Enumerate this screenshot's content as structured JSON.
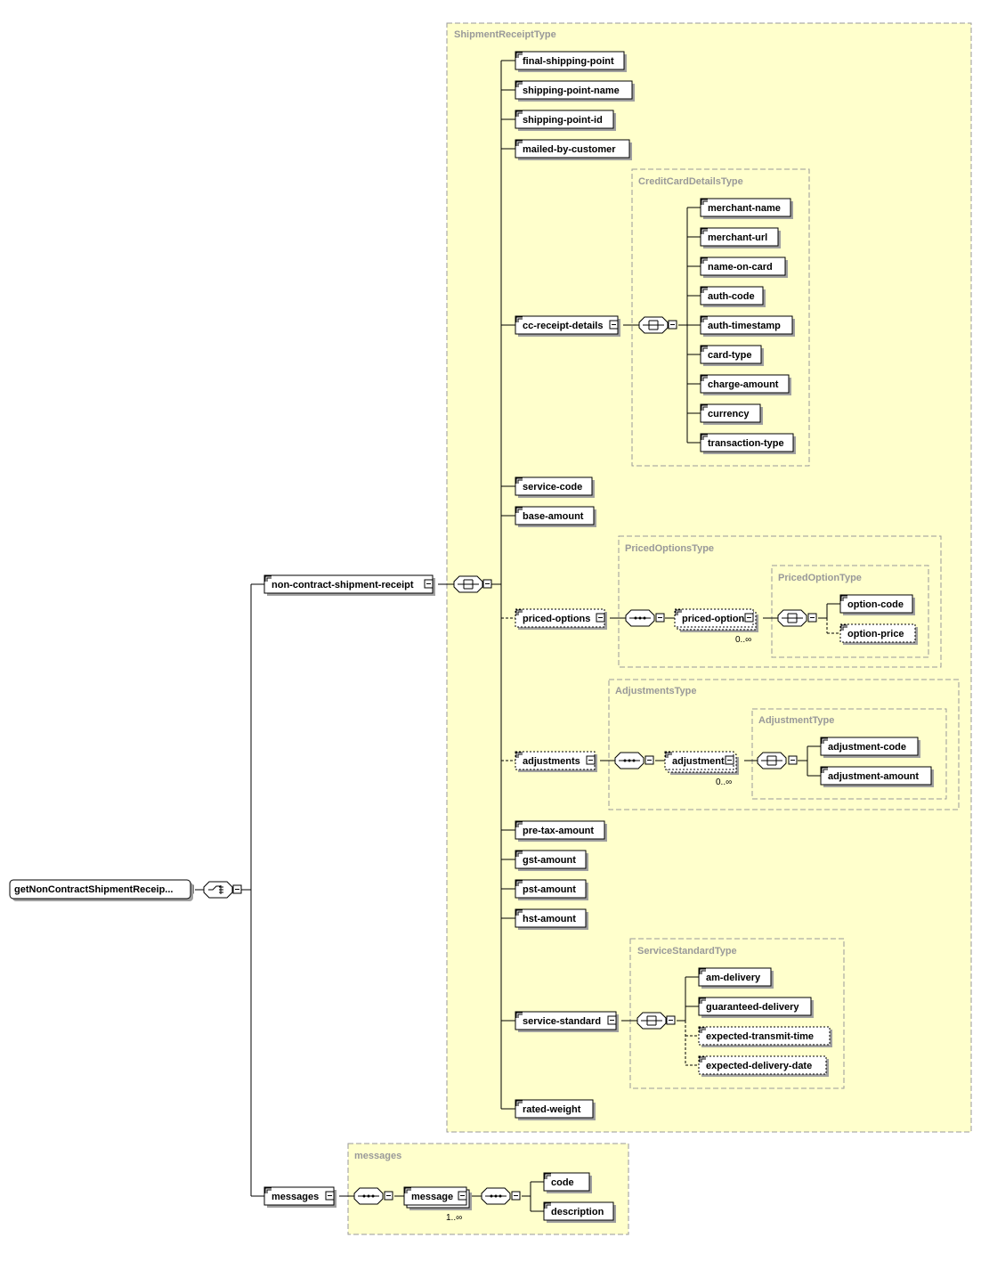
{
  "root": {
    "label": "getNonContractShipmentReceip..."
  },
  "types": {
    "shipment_receipt": "ShipmentReceiptType",
    "credit_card_details": "CreditCardDetailsType",
    "priced_options": "PricedOptionsType",
    "priced_option": "PricedOptionType",
    "adjustments": "AdjustmentsType",
    "adjustment": "AdjustmentType",
    "service_standard": "ServiceStandardType",
    "messages": "messages"
  },
  "elements": {
    "non_contract_shipment_receipt": "non-contract-shipment-receipt",
    "messages": "messages",
    "final_shipping_point": "final-shipping-point",
    "shipping_point_name": "shipping-point-name",
    "shipping_point_id": "shipping-point-id",
    "mailed_by_customer": "mailed-by-customer",
    "cc_receipt_details": "cc-receipt-details",
    "merchant_name": "merchant-name",
    "merchant_url": "merchant-url",
    "name_on_card": "name-on-card",
    "auth_code": "auth-code",
    "auth_timestamp": "auth-timestamp",
    "card_type": "card-type",
    "charge_amount": "charge-amount",
    "currency": "currency",
    "transaction_type": "transaction-type",
    "service_code": "service-code",
    "base_amount": "base-amount",
    "priced_options": "priced-options",
    "priced_option": "priced-option",
    "option_code": "option-code",
    "option_price": "option-price",
    "adjustments": "adjustments",
    "adjustment": "adjustment",
    "adjustment_code": "adjustment-code",
    "adjustment_amount": "adjustment-amount",
    "pre_tax_amount": "pre-tax-amount",
    "gst_amount": "gst-amount",
    "pst_amount": "pst-amount",
    "hst_amount": "hst-amount",
    "service_standard": "service-standard",
    "am_delivery": "am-delivery",
    "guaranteed_delivery": "guaranteed-delivery",
    "expected_transmit_time": "expected-transmit-time",
    "expected_delivery_date": "expected-delivery-date",
    "rated_weight": "rated-weight",
    "message": "message",
    "code": "code",
    "description": "description"
  },
  "multiplicity": {
    "priced_option": "0..∞",
    "adjustment": "0..∞",
    "message": "1..∞"
  }
}
